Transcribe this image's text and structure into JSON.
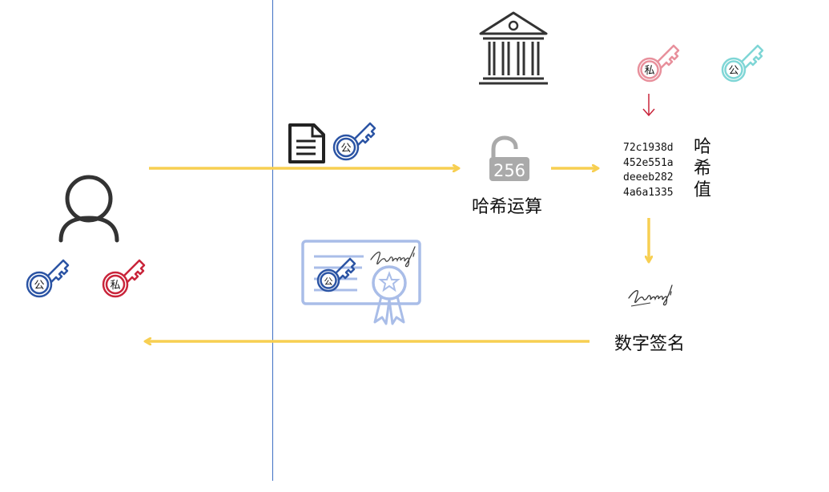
{
  "labels": {
    "hash_operation": "哈希运算",
    "digital_signature": "数字签名",
    "hash_value_vertical": [
      "哈",
      "希",
      "值"
    ],
    "lock_number": "256"
  },
  "hash_lines": [
    "72c1938d",
    "452e551a",
    "deeeb282",
    "4a6a1335"
  ],
  "key_chars": {
    "public": "公",
    "private": "私"
  },
  "signature_text": "Thanks!",
  "colors": {
    "arrow": "#f7cf52",
    "public_key": "#2b54a4",
    "private_key": "#c9243a",
    "private_key_light": "#e8909c",
    "public_key_light": "#7fd6d6",
    "certificate": "#a9bde8",
    "divider": "#3e6fc4",
    "user": "#333333",
    "bank": "#333333",
    "lock": "#aaaaaa",
    "down_arrow_red": "#c9243a"
  },
  "icons": [
    "user-icon",
    "bank-icon",
    "document-icon",
    "lock-icon",
    "certificate-icon",
    "key-icon",
    "signature-icon"
  ]
}
